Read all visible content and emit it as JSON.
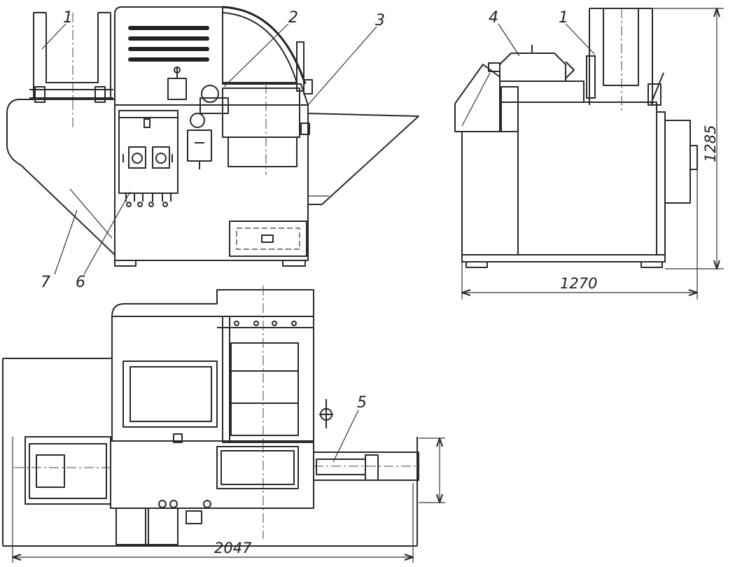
{
  "labels": {
    "l1a": "1",
    "l1b": "1",
    "l2": "2",
    "l3": "3",
    "l4": "4",
    "l5": "5",
    "l6": "6",
    "l7": "7"
  },
  "dimensions": {
    "height": "1285",
    "width": "1270",
    "length": "2047"
  }
}
